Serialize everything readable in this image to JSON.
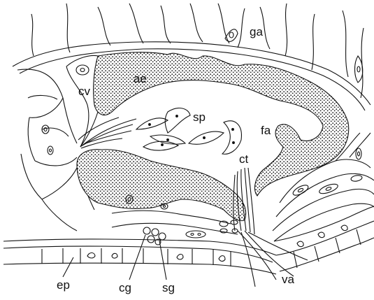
{
  "labels": {
    "ga": "ga",
    "ae": "ae",
    "cv": "cv",
    "sp": "sp",
    "fa": "fa",
    "ct": "ct",
    "ep": "ep",
    "cg": "cg",
    "sg": "sg",
    "va": "va"
  },
  "colors": {
    "ink": "#111111",
    "background": "#ffffff",
    "stipple": "#1a1a1a"
  }
}
